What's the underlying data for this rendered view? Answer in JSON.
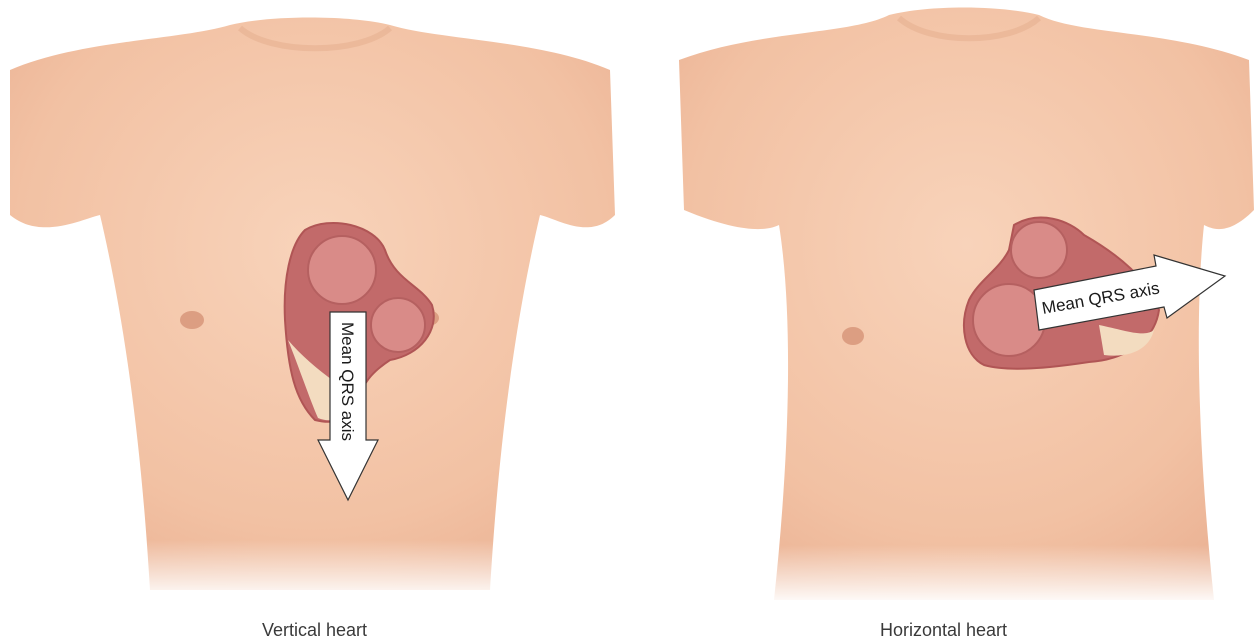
{
  "figure": {
    "panels": [
      {
        "caption": "Vertical heart",
        "arrow_label": "Mean QRS axis"
      },
      {
        "caption": "Horizontal heart",
        "arrow_label": "Mean QRS axis"
      }
    ]
  },
  "colors": {
    "skin": "#f5c9ad",
    "skin_shadow": "#e8ad8d",
    "cavity": "#c26a6a",
    "chamber": "#d98b88",
    "arrow_fill": "#ffffff",
    "arrow_stroke": "#333333"
  }
}
